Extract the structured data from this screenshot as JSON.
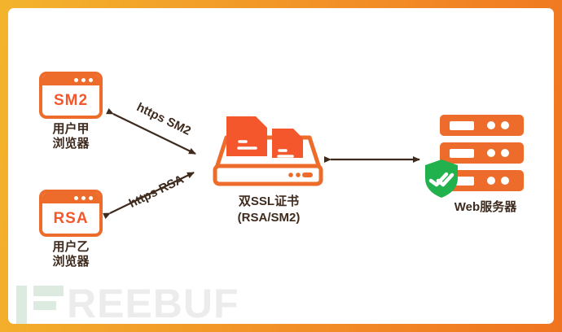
{
  "nodes": {
    "browser_a": {
      "badge": "SM2",
      "label_line1": "用户甲",
      "label_line2": "浏览器"
    },
    "browser_b": {
      "badge": "RSA",
      "label_line1": "用户乙",
      "label_line2": "浏览器"
    },
    "gateway": {
      "label_line1": "双SSL证书",
      "label_line2": "(RSA/SM2)"
    },
    "web_server": {
      "label": "Web服务器"
    }
  },
  "links": {
    "sm2": {
      "label": "https SM2"
    },
    "rsa": {
      "label": "https RSA"
    }
  },
  "watermark": {
    "text": "REEBUF"
  },
  "colors": {
    "frame_gradient_start": "#F3B42C",
    "frame_gradient_end": "#F07420",
    "icon_orange": "#ED6C2B",
    "accent_orange": "#F4572B",
    "text_dark": "#3F2B1E",
    "shield_green": "#21B14D",
    "watermark_green": "#DCEADF",
    "watermark_gray": "#ECECEC"
  }
}
